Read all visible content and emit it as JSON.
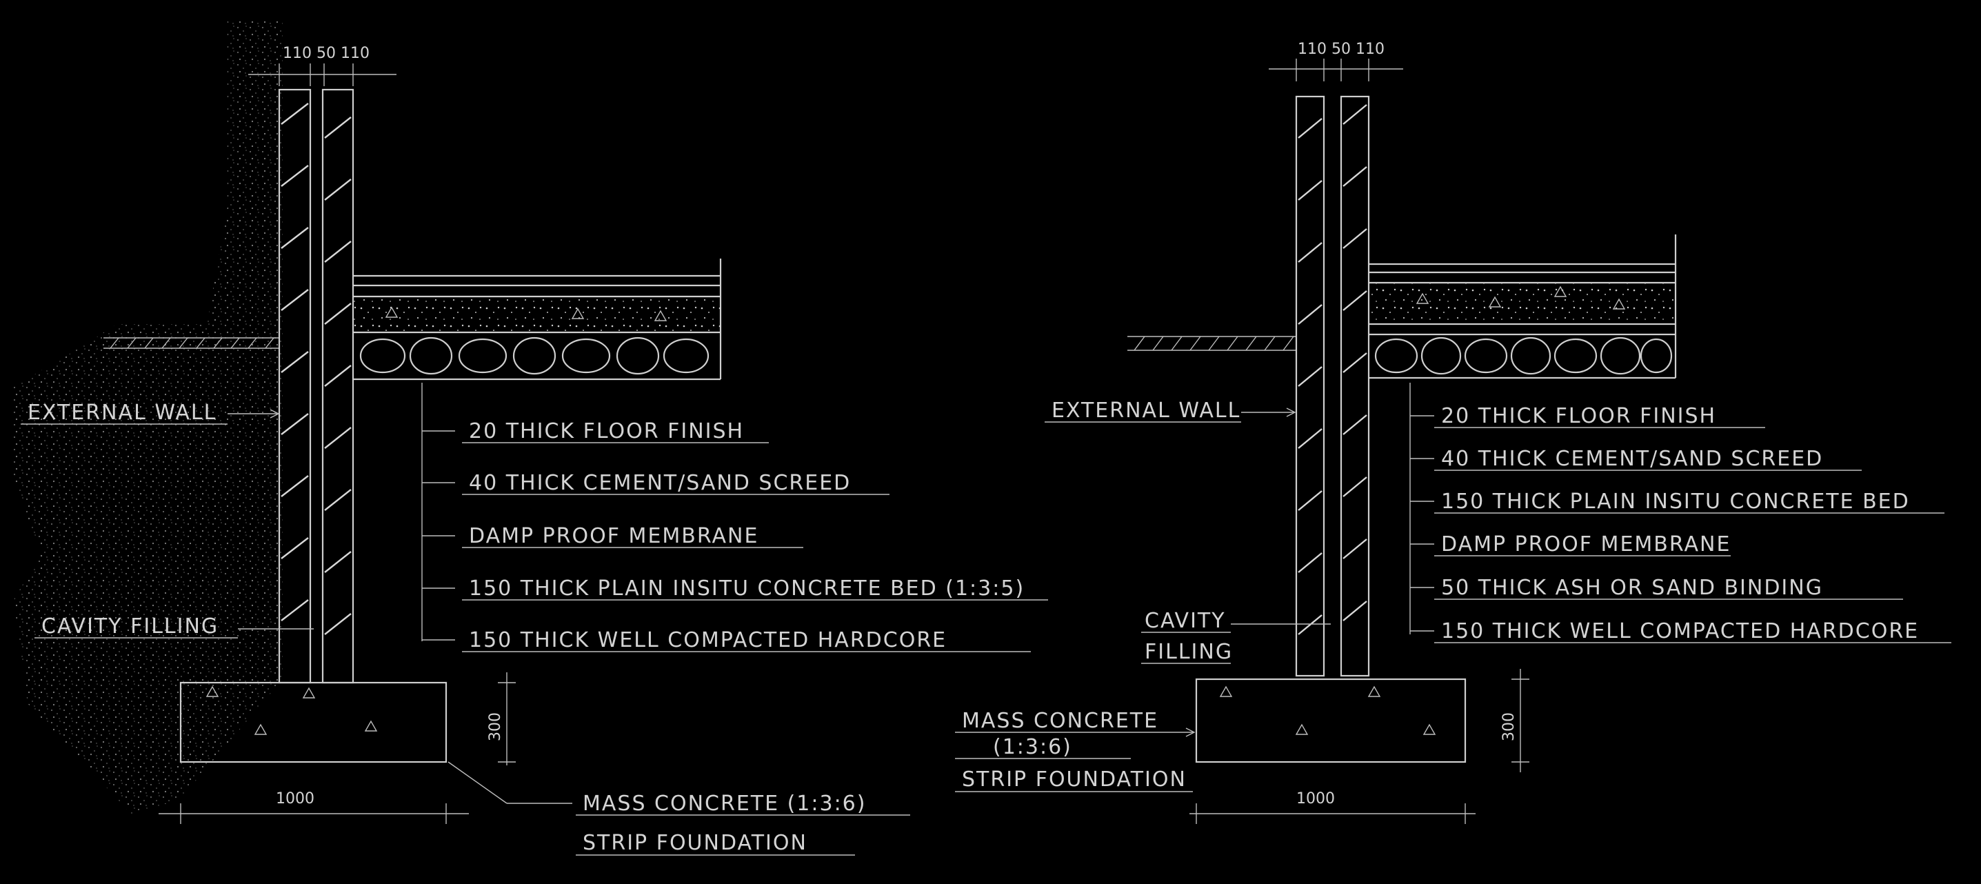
{
  "left_section": {
    "dims": {
      "wall": "110 50 110",
      "footing_height": "300",
      "footing_width": "1000"
    },
    "labels": {
      "external_wall": "EXTERNAL WALL",
      "cavity_filling": "CAVITY FILLING",
      "mass_concrete": "MASS CONCRETE (1:3:6)",
      "strip_foundation": "STRIP FOUNDATION"
    },
    "layers": [
      "20 THICK FLOOR FINISH",
      "40 THICK CEMENT/SAND SCREED",
      "DAMP PROOF MEMBRANE",
      "150 THICK PLAIN INSITU CONCRETE BED (1:3:5)",
      "150 THICK WELL COMPACTED HARDCORE"
    ]
  },
  "right_section": {
    "dims": {
      "wall": "110 50 110",
      "footing_height": "300",
      "footing_width": "1000"
    },
    "labels": {
      "external_wall": "EXTERNAL WALL",
      "cavity_line1": "CAVITY",
      "cavity_line2": "FILLING",
      "mass_line1": "MASS CONCRETE",
      "mass_line2": "(1:3:6)",
      "strip_foundation": "STRIP FOUNDATION"
    },
    "layers": [
      "20 THICK FLOOR FINISH",
      "40 THICK CEMENT/SAND SCREED",
      "150 THICK PLAIN INSITU CONCRETE BED",
      "DAMP PROOF MEMBRANE",
      "50 THICK ASH OR SAND BINDING",
      "150 THICK WELL COMPACTED HARDCORE"
    ]
  }
}
